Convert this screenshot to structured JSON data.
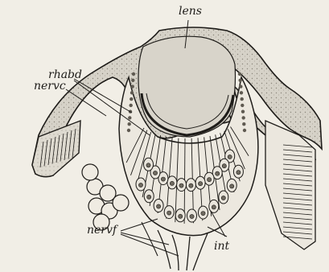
{
  "figure": {
    "labels": {
      "lens": "lens",
      "rhabd": "rhabd",
      "nervc": "nervc",
      "nervf": "nervf",
      "int": "int"
    },
    "colors": {
      "background": "#f1eee6",
      "ink": "#1e1c19",
      "tissue_stipple": "#cfcbc1",
      "lens_fill": "#d9d5cb",
      "cell_fill": "#e9e5dc"
    }
  }
}
